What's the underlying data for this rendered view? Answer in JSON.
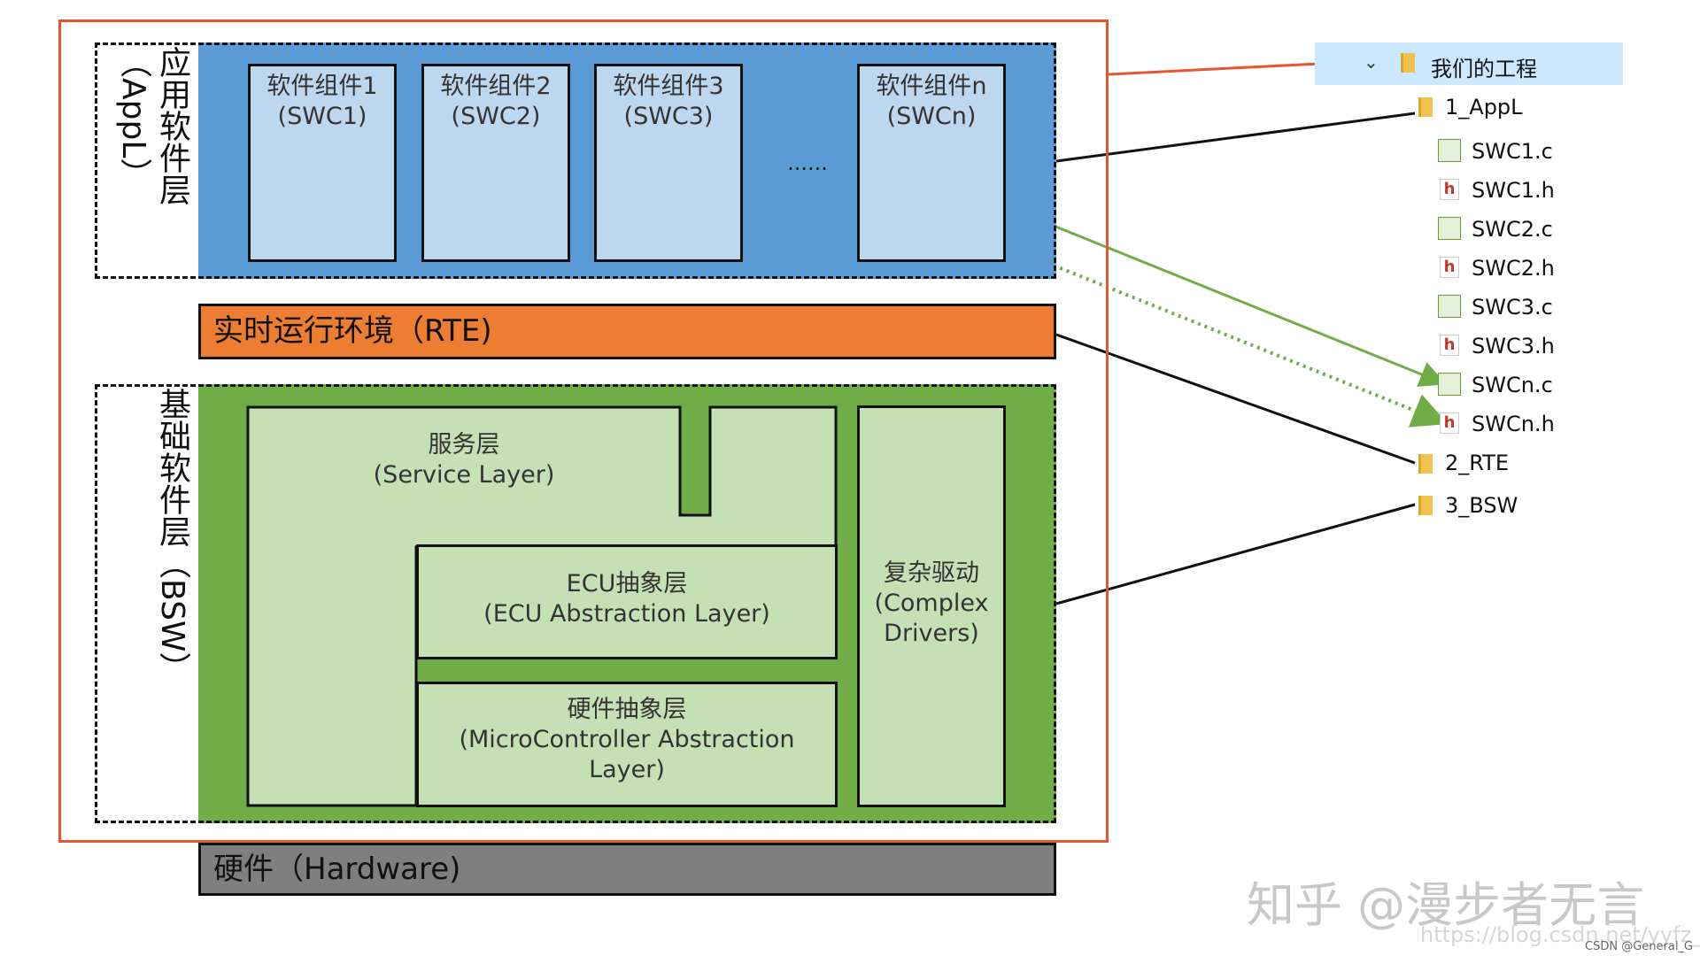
{
  "appl": {
    "label": "应用软件层（AppL）",
    "components": [
      {
        "name": "软件组件1",
        "code": "(SWC1)"
      },
      {
        "name": "软件组件2",
        "code": "(SWC2)"
      },
      {
        "name": "软件组件3",
        "code": "(SWC3)"
      },
      {
        "name": "软件组件n",
        "code": "(SWCn)"
      }
    ],
    "ellipsis": "......"
  },
  "rte": {
    "label": "实时运行环境（RTE)"
  },
  "bsw": {
    "label": "基础软件层（BSW）",
    "service": {
      "name": "服务层",
      "en": "(Service Layer)"
    },
    "ecu": {
      "name": "ECU抽象层",
      "en": "(ECU Abstraction Layer)"
    },
    "mcal": {
      "name": "硬件抽象层",
      "en": "(MicroController Abstraction",
      "en2": "Layer)"
    },
    "cdd": {
      "name": "复杂驱动",
      "en": "(Complex",
      "en2": "Drivers)"
    }
  },
  "hardware": {
    "label": "硬件（Hardware)"
  },
  "tree": {
    "root": "我们的工程",
    "appl_folder": "1_AppL",
    "files": [
      {
        "name": "SWC1.c",
        "icon": "c-file-icon"
      },
      {
        "name": "SWC1.h",
        "icon": "h-file-icon"
      },
      {
        "name": "SWC2.c",
        "icon": "c-file-icon"
      },
      {
        "name": "SWC2.h",
        "icon": "h-file-icon"
      },
      {
        "name": "SWC3.c",
        "icon": "c-file-icon"
      },
      {
        "name": "SWC3.h",
        "icon": "h-file-icon"
      },
      {
        "name": "SWCn.c",
        "icon": "c-file-icon"
      },
      {
        "name": "SWCn.h",
        "icon": "h-file-icon"
      }
    ],
    "rte_folder": "2_RTE",
    "bsw_folder": "3_BSW"
  },
  "watermark": "知乎 @漫步者无言",
  "url": "https://blog.csdn.net/yyfz_ftw",
  "credit": "CSDN @General_G",
  "colors": {
    "border_red": "#e4572e",
    "appl_blue": "#5b9bd5",
    "swc_light_blue": "#bdd7ee",
    "rte_orange": "#ed7d31",
    "bsw_green": "#70ad47",
    "bsw_light_green": "#c5e0b4",
    "hardware_gray": "#7f7f7f",
    "arrow_green": "#70ad47",
    "tree_header_bg": "#cce8ff"
  }
}
